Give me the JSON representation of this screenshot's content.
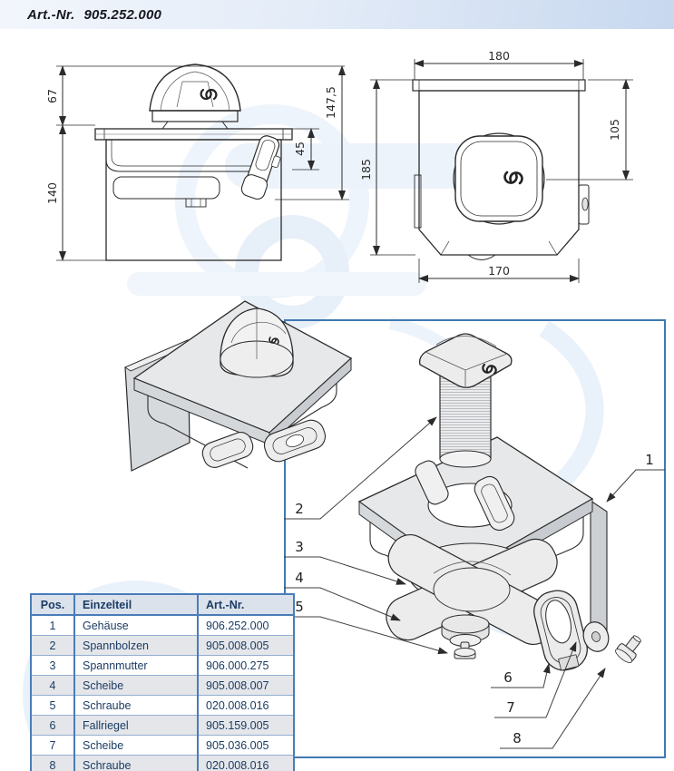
{
  "header": {
    "label": "Art.-Nr.",
    "number": "905.252.000"
  },
  "front_view": {
    "dims": {
      "knob_height": "67",
      "body_height": "140",
      "total_height": "147,5",
      "latch_height": "45"
    }
  },
  "top_view": {
    "dims": {
      "top_width": "180",
      "depth": "185",
      "side_offset": "105",
      "bottom_width": "170"
    }
  },
  "exploded_view": {
    "callouts": [
      "1",
      "2",
      "3",
      "4",
      "5",
      "6",
      "7",
      "8"
    ]
  },
  "parts_table": {
    "headers": {
      "pos": "Pos.",
      "part": "Einzelteil",
      "art_nr": "Art.-Nr."
    },
    "rows": [
      {
        "pos": "1",
        "part": "Gehäuse",
        "art_nr": "906.252.000"
      },
      {
        "pos": "2",
        "part": "Spannbolzen",
        "art_nr": "905.008.005"
      },
      {
        "pos": "3",
        "part": "Spannmutter",
        "art_nr": "906.000.275"
      },
      {
        "pos": "4",
        "part": "Scheibe",
        "art_nr": "905.008.007"
      },
      {
        "pos": "5",
        "part": "Schraube",
        "art_nr": "020.008.016"
      },
      {
        "pos": "6",
        "part": "Fallriegel",
        "art_nr": "905.159.005"
      },
      {
        "pos": "7",
        "part": "Scheibe",
        "art_nr": "905.036.005"
      },
      {
        "pos": "8",
        "part": "Schraube",
        "art_nr": "020.008.016"
      }
    ]
  },
  "colors": {
    "frame_blue": "#4079b2",
    "table_border_blue": "#4a7cb8",
    "table_text_navy": "#1c3c64",
    "drawing_line": "#2b2b2b",
    "watermark_blue": "#e9f1fa",
    "header_gradient_end": "#c7d8ef"
  }
}
